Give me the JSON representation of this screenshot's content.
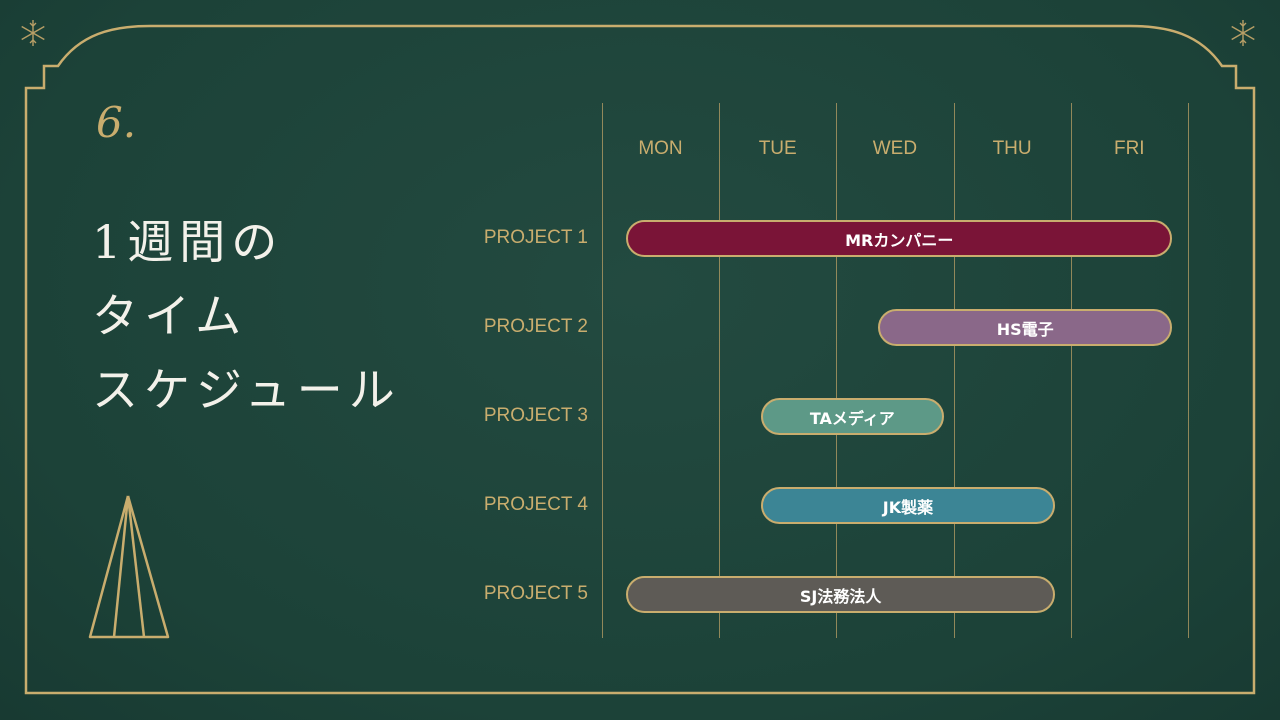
{
  "slide": {
    "number": "6.",
    "title_lines": [
      "1週間の",
      "タイム",
      "スケジュール"
    ]
  },
  "days": [
    "MON",
    "TUE",
    "WED",
    "THU",
    "FRI"
  ],
  "projects": [
    {
      "label": "PROJECT 1",
      "client": "MRカンパニー",
      "start_day": 0,
      "end_day": 4.85,
      "color": "#7a1437"
    },
    {
      "label": "PROJECT 2",
      "client": "HS電子",
      "start_day": 2.15,
      "end_day": 4.85,
      "color": "#8a6889"
    },
    {
      "label": "PROJECT 3",
      "client": "TAメディア",
      "start_day": 1.15,
      "end_day": 2.9,
      "color": "#5d9987"
    },
    {
      "label": "PROJECT 4",
      "client": "JK製薬",
      "start_day": 1.15,
      "end_day": 3.85,
      "color": "#3c8595"
    },
    {
      "label": "PROJECT 5",
      "client": "SJ法務法人",
      "start_day": 0,
      "end_day": 3.85,
      "color": "#5e5b56"
    }
  ],
  "colors": {
    "background": "#1c4238",
    "gold": "#c9ad6e",
    "title_text": "#f3f1ea"
  }
}
